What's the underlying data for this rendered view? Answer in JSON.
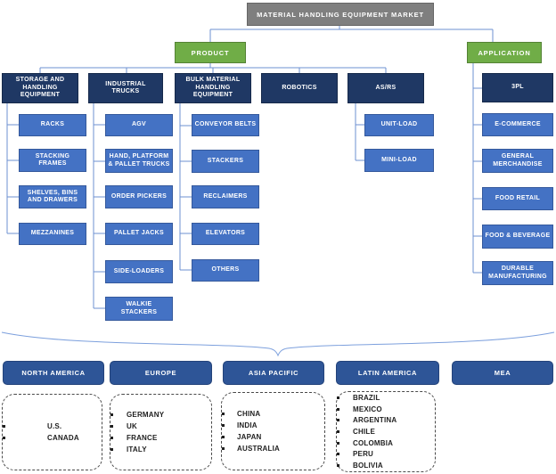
{
  "palette": {
    "root_gray": "#7f7f7f",
    "branch_green": "#70ad47",
    "category_navy": "#1f3864",
    "item_blue": "#4472c4",
    "region_blue": "#2e5597",
    "connector_blue": "#6e91d2"
  },
  "tree": {
    "root_label": "MATERIAL HANDLING EQUIPMENT MARKET",
    "product_label": "PRODUCT",
    "application_label": "APPLICATION",
    "product_columns": [
      {
        "header": "STORAGE AND HANDLING EQUIPMENT",
        "items": [
          "RACKS",
          "STACKING FRAMES",
          "SHELVES, BINS AND DRAWERS",
          "MEZZANINES"
        ]
      },
      {
        "header": "INDUSTRIAL TRUCKS",
        "items": [
          "AGV",
          "HAND, PLATFORM & PALLET TRUCKS",
          "ORDER PICKERS",
          "PALLET JACKS",
          "SIDE-LOADERS",
          "WALKIE STACKERS"
        ]
      },
      {
        "header": "BULK MATERIAL HANDLING EQUIPMENT",
        "items": [
          "CONVEYOR BELTS",
          "STACKERS",
          "RECLAIMERS",
          "ELEVATORS",
          "OTHERS"
        ]
      },
      {
        "header": "ROBOTICS",
        "items": []
      },
      {
        "header": "AS/RS",
        "items": [
          "UNIT-LOAD",
          "MINI-LOAD"
        ]
      }
    ],
    "application_segments": [
      "3PL",
      "E-COMMERCE",
      "GENERAL MERCHANDISE",
      "FOOD RETAIL",
      "FOOD & BEVERAGE",
      "DURABLE MANUFACTURING"
    ]
  },
  "regions": [
    {
      "label": "NORTH AMERICA",
      "countries": [
        "U.S.",
        "CANADA"
      ]
    },
    {
      "label": "EUROPE",
      "countries": [
        "GERMANY",
        "UK",
        "FRANCE",
        "ITALY"
      ]
    },
    {
      "label": "ASIA PACIFIC",
      "countries": [
        "CHINA",
        "INDIA",
        "JAPAN",
        "AUSTRALIA"
      ]
    },
    {
      "label": "LATIN AMERICA",
      "countries": [
        "BRAZIL",
        "MEXICO",
        "ARGENTINA",
        "CHILE",
        "COLOMBIA",
        "PERU",
        "BOLIVIA"
      ]
    },
    {
      "label": "MEA",
      "countries": []
    }
  ]
}
